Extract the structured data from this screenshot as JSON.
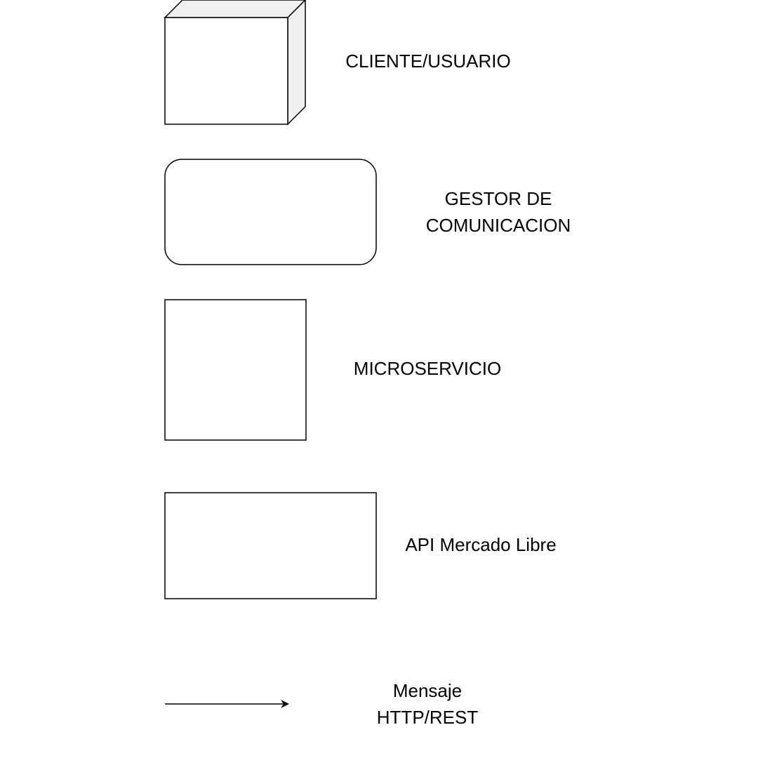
{
  "legend": {
    "items": [
      {
        "id": "cliente",
        "shape": "3d-box",
        "label_lines": [
          "CLIENTE/USUARIO"
        ]
      },
      {
        "id": "gestor",
        "shape": "rounded-rectangle",
        "label_lines": [
          "GESTOR DE",
          "COMUNICACION"
        ]
      },
      {
        "id": "microservicio",
        "shape": "square",
        "label_lines": [
          "MICROSERVICIO"
        ]
      },
      {
        "id": "api",
        "shape": "rectangle",
        "label_lines": [
          "API Mercado Libre"
        ]
      },
      {
        "id": "mensaje",
        "shape": "arrow",
        "label_lines": [
          "Mensaje",
          "HTTP/REST"
        ]
      }
    ]
  },
  "colors": {
    "stroke": "#000000",
    "fill": "#ffffff",
    "box_side": "#f0f0f0",
    "text": "#000000"
  }
}
